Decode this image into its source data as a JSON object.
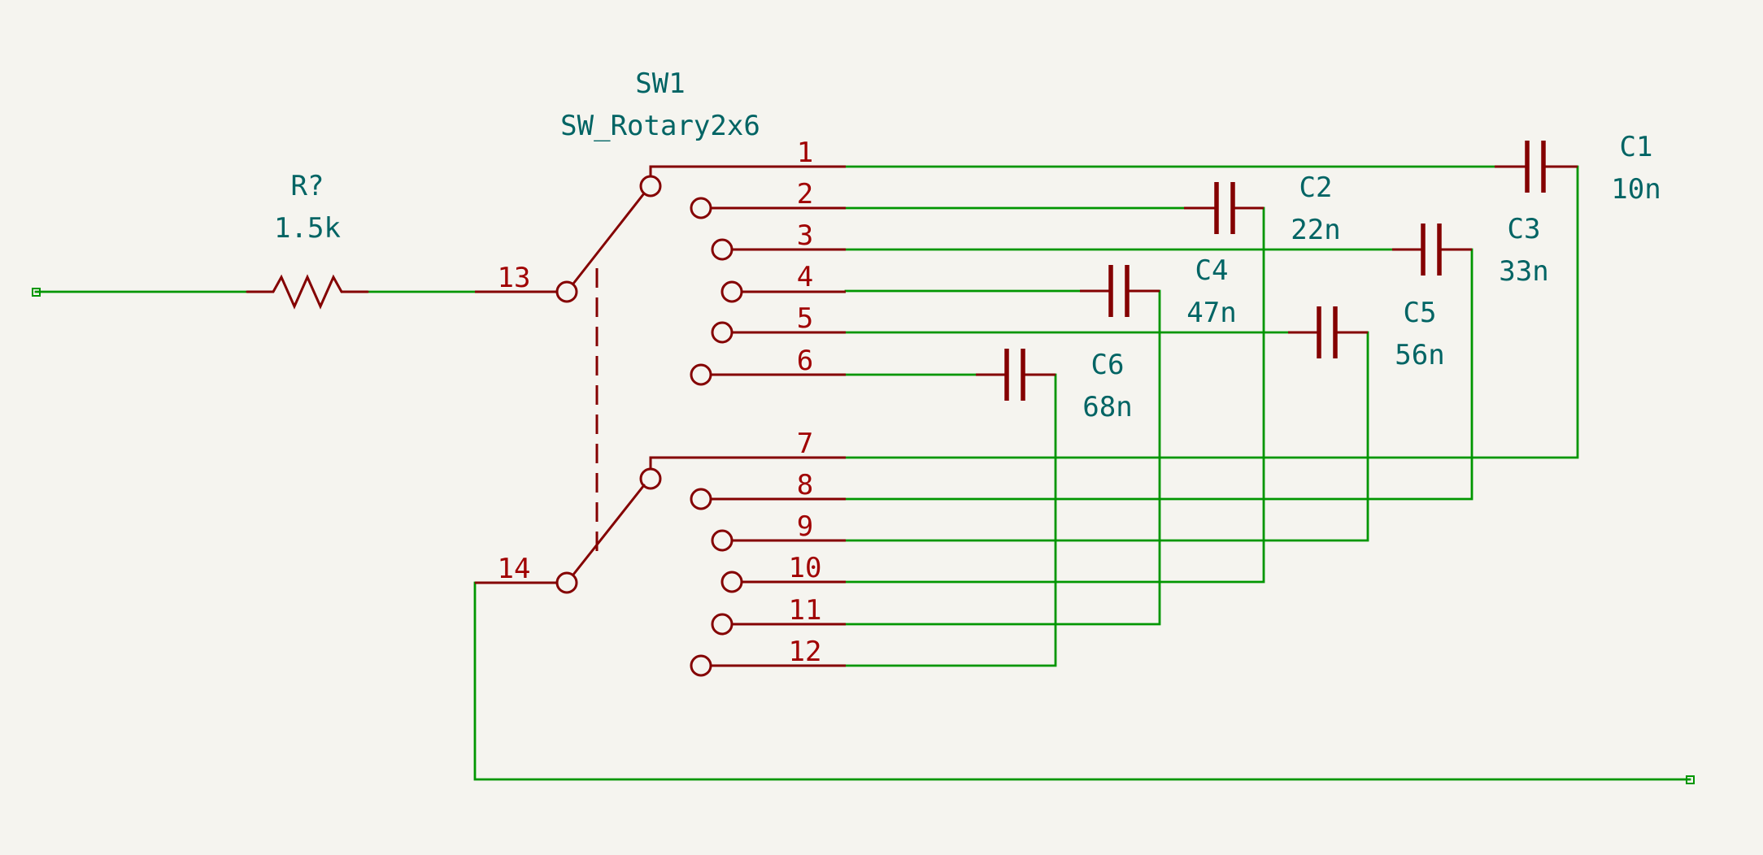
{
  "resistor": {
    "ref": "R?",
    "value": "1.5k"
  },
  "switch": {
    "ref": "SW1",
    "value": "SW_Rotary2x6"
  },
  "switch_pins": [
    "1",
    "2",
    "3",
    "4",
    "5",
    "6",
    "7",
    "8",
    "9",
    "10",
    "11",
    "12",
    "13",
    "14"
  ],
  "capacitors": [
    {
      "ref": "C1",
      "value": "10n"
    },
    {
      "ref": "C2",
      "value": "22n"
    },
    {
      "ref": "C3",
      "value": "33n"
    },
    {
      "ref": "C4",
      "value": "47n"
    },
    {
      "ref": "C5",
      "value": "56n"
    },
    {
      "ref": "C6",
      "value": "68n"
    }
  ],
  "colors": {
    "background": "#f5f4ef",
    "wire": "#009600",
    "symbol": "#840000",
    "pin_number": "#a00000",
    "reference_text": "#006464"
  }
}
